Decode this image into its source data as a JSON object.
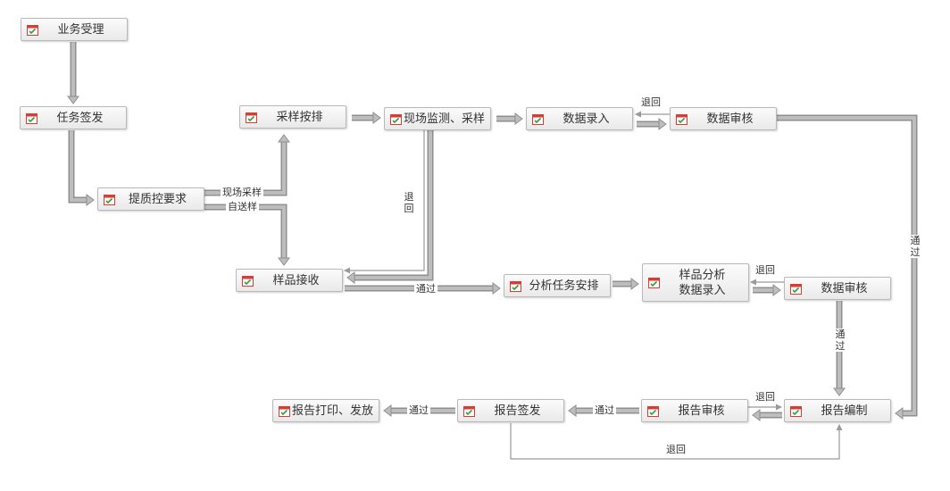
{
  "nodes": {
    "business_accept": "业务受理",
    "task_issue": "任务签发",
    "quality_requirements": "提质控要求",
    "sampling_arrange": "采样按排",
    "field_monitoring": "现场监测、采样",
    "data_entry_1": "数据录入",
    "data_review_1": "数据审核",
    "sample_receive": "样品接收",
    "analysis_task_arrange": "分析任务安排",
    "sample_analysis_entry": "样品分析\n数据录入",
    "data_review_2": "数据审核",
    "report_compile": "报告编制",
    "report_review": "报告审核",
    "report_sign": "报告签发",
    "report_print_issue": "报告打印、发放"
  },
  "edge_labels": {
    "field_sampling": "现场采样",
    "self_delivered": "自送样",
    "return_back": "退回",
    "pass": "通过"
  },
  "icon": "task-calendar-icon",
  "colors": {
    "node_border": "#b9b9b9",
    "arrow_fill": "#bdbdbd",
    "arrow_edge": "#8f8f8f",
    "thin_line": "#9a9a9a",
    "icon_red": "#d93b35",
    "icon_green": "#3a9a3a"
  }
}
